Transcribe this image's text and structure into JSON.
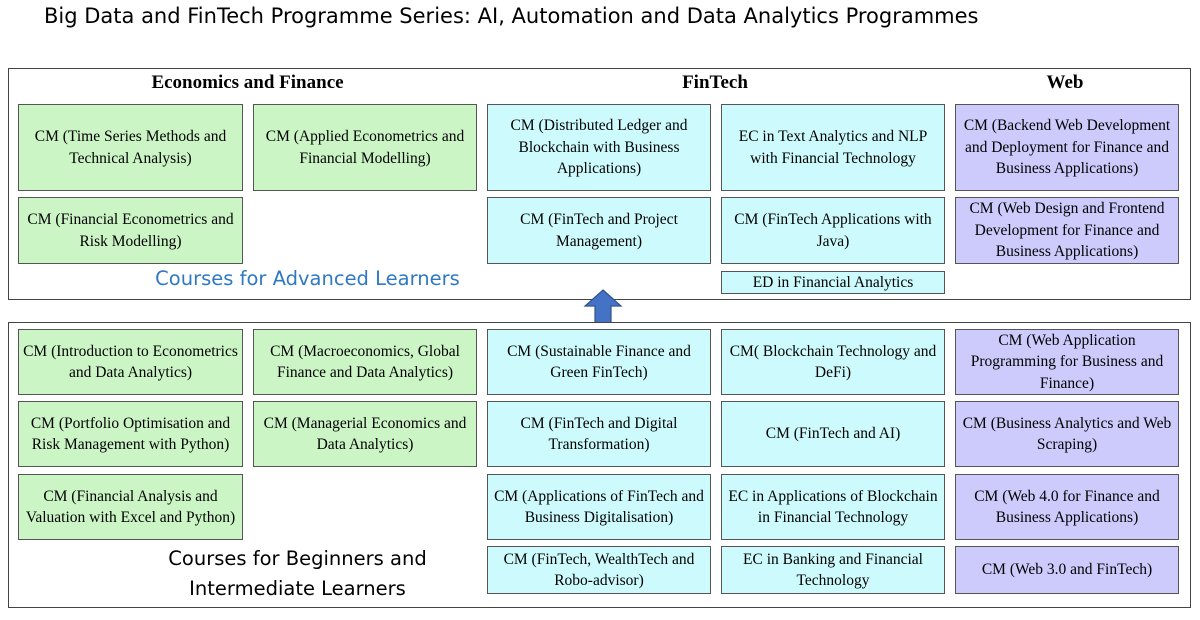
{
  "title": "Big Data and FinTech Programme Series: AI, Automation and Data Analytics Programmes",
  "advanced": {
    "headers": {
      "econ": "Economics and Finance",
      "fintech": "FinTech",
      "web": "Web"
    },
    "caption": "Courses for Advanced Learners",
    "boxes": {
      "b1": "CM (Time Series Methods and Technical Analysis)",
      "b2": "CM (Applied Econometrics and Financial Modelling)",
      "b3": "CM (Financial Econometrics and Risk Modelling)",
      "b4": "CM (Distributed Ledger and Blockchain with Business Applications)",
      "b5": "EC in Text Analytics and NLP with Financial Technology",
      "b6": "CM (FinTech and Project Management)",
      "b7": "CM (FinTech Applications with Java)",
      "b8": "ED in Financial Analytics",
      "b9": "CM (Backend Web Development and Deployment for Finance and Business Applications)",
      "b10": "CM (Web Design and Frontend Development for Finance and Business Applications)"
    }
  },
  "beginner": {
    "caption_line1": "Courses for Beginners and",
    "caption_line2": "Intermediate Learners",
    "boxes": {
      "b1": "CM (Introduction to Econometrics and Data Analytics)",
      "b2": "CM (Macroeconomics, Global Finance and Data Analytics)",
      "b3": "CM (Portfolio Optimisation and Risk Management with Python)",
      "b4": "CM (Managerial Economics and Data Analytics)",
      "b5": "CM (Financial Analysis and Valuation with Excel and Python)",
      "b6": "CM (Sustainable Finance and Green FinTech)",
      "b7": "CM( Blockchain Technology and DeFi)",
      "b8": "CM (FinTech and Digital Transformation)",
      "b9": "CM (FinTech and AI)",
      "b10": "CM (Applications of FinTech and Business Digitalisation)",
      "b11": "EC in Applications of Blockchain in Financial Technology",
      "b12": "CM (FinTech, WealthTech and Robo-advisor)",
      "b13": "EC in Banking and Financial Technology",
      "b14": "CM (Web Application Programming for Business and Finance)",
      "b15": "CM (Business Analytics and Web Scraping)",
      "b16": "CM (Web 4.0 for Finance and Business Applications)",
      "b17": "CM (Web 3.0 and FinTech)"
    }
  },
  "colors": {
    "green": "#ccf5c6",
    "cyan": "#cdfbfd",
    "purple": "#cccbfc",
    "arrow": "#4472c4",
    "advanced_caption": "#2f79c3"
  },
  "icons": {
    "arrow": "up-arrow-icon"
  }
}
